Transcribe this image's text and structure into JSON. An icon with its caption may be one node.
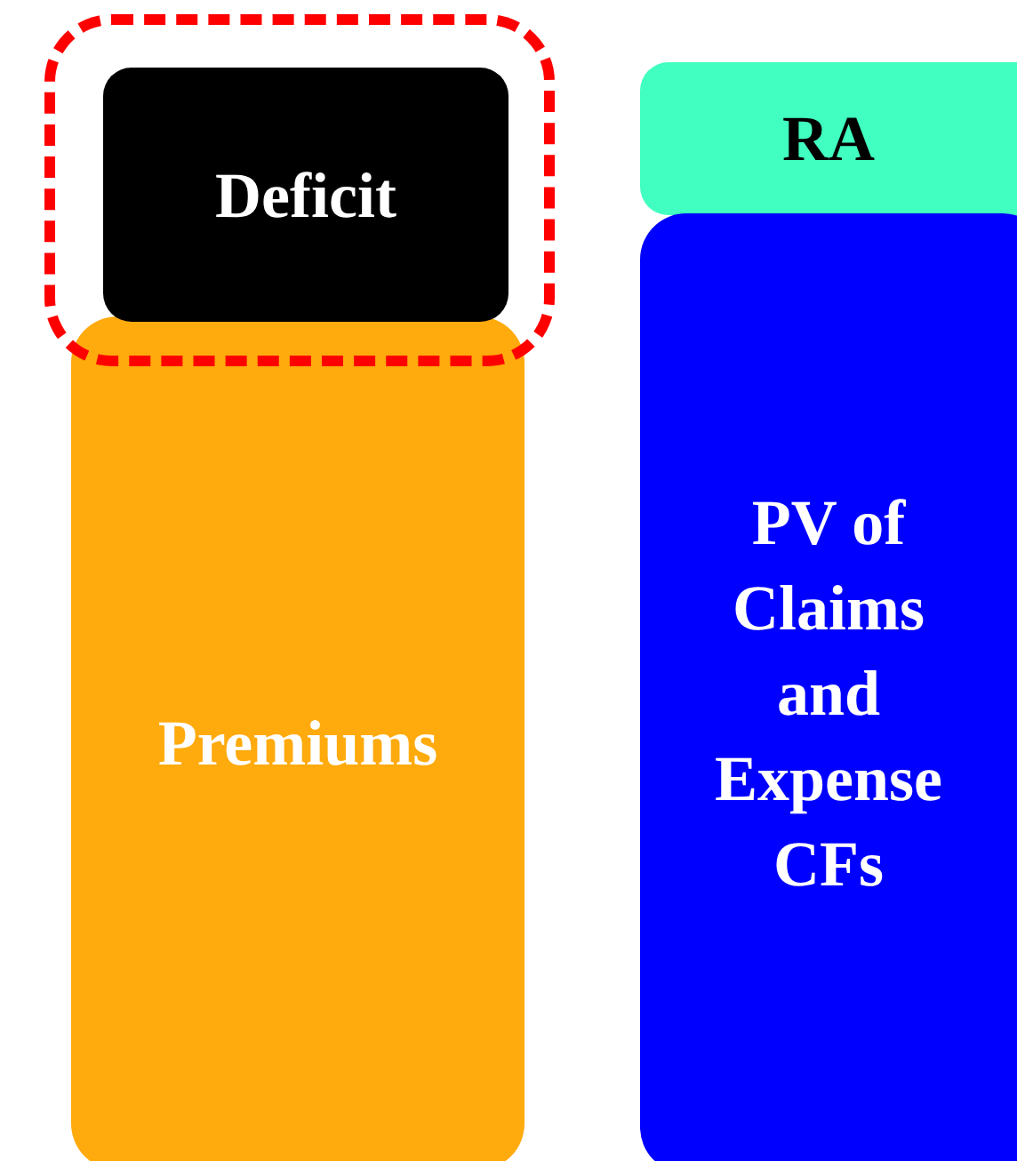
{
  "diagram": {
    "nodes": [
      {
        "text": [],
        "shape": "box"
      },
      {
        "text": [
          "Deficit"
        ],
        "in": 0
      },
      {
        "text": [
          "Premiums"
        ]
      },
      {
        "text": [
          "RA"
        ]
      },
      {
        "text": [
          "PV of Claims and Expense CFs"
        ]
      }
    ]
  }
}
